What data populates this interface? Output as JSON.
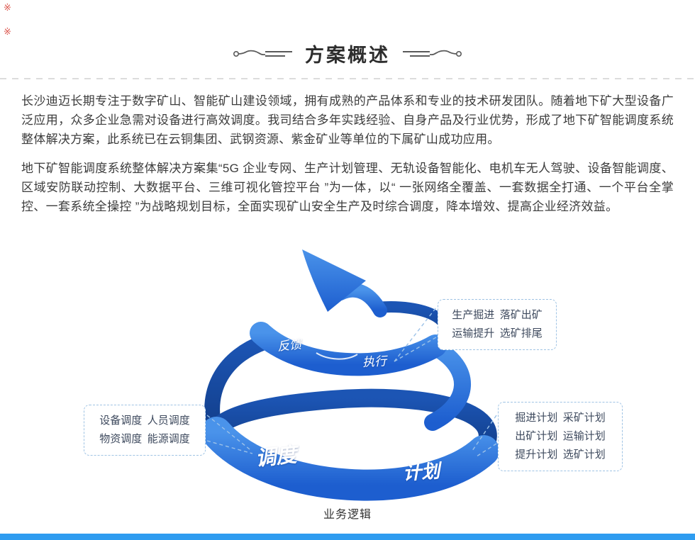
{
  "header": {
    "title": "方案概述"
  },
  "paragraphs": [
    "长沙迪迈长期专注于数字矿山、智能矿山建设领域，拥有成熟的产品体系和专业的技术研发团队。随着地下矿大型设备广泛应用，众多企业急需对设备进行高效调度。我司结合多年实践经验、自身产品及行业优势，形成了地下矿智能调度系统整体解决方案，此系统已在云铜集团、武钢资源、紫金矿业等单位的下属矿山成功应用。",
    "地下矿智能调度系统整体解决方案集“5G 企业专网、生产计划管理、无轨设备智能化、电机车无人驾驶、设备智能调度、区域安防联动控制、大数据平台、三维可视化管控平台 ”为一体，以“ 一张网络全覆盖、一套数据全打通、一个平台全掌控、一套系统全操控 ”为战略规划目标，全面实现矿山安全生产及时综合调度，降本增效、提高企业经济效益。"
  ],
  "diagram": {
    "caption": "业务逻辑",
    "spiral_labels": {
      "feedback": "反馈",
      "execute": "执行",
      "dispatch": "调度",
      "plan": "计划"
    },
    "callouts": {
      "execute": {
        "lines": [
          "生产掘进  落矿出矿",
          "运输提升  选矿排尾"
        ]
      },
      "dispatch": {
        "lines": [
          "设备调度  人员调度",
          "物资调度  能源调度"
        ]
      },
      "plan": {
        "lines": [
          "掘进计划  采矿计划",
          "出矿计划  运输计划",
          "提升计划  选矿计划"
        ]
      }
    },
    "colors": {
      "spiral_blue": "#2b6fd6",
      "callout_border": "#9fc3e4",
      "connector": "#9cc2e8"
    }
  },
  "footer": {
    "bar_color": "#2e9cf0"
  }
}
